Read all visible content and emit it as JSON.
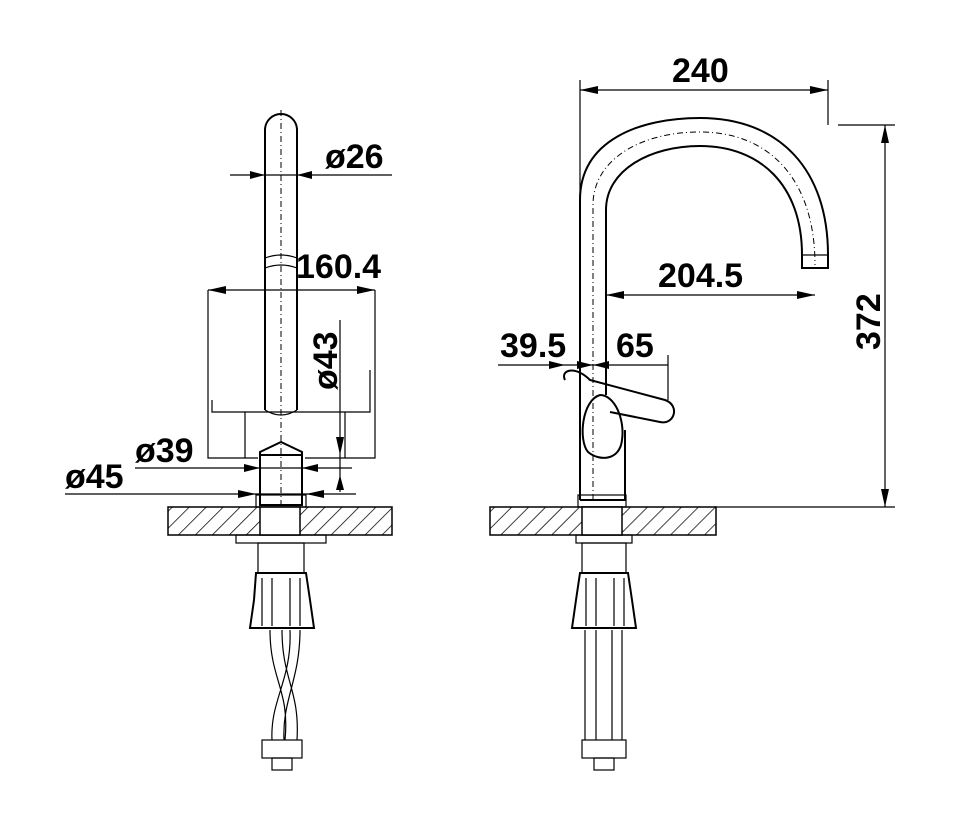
{
  "title": "Kitchen faucet dimension drawing",
  "front_view": {
    "dims": {
      "spout_diameter": "ø26",
      "width": "160.4",
      "body_diameter": "ø43",
      "base_diameter": "ø39",
      "flange_diameter": "ø45"
    }
  },
  "side_view": {
    "dims": {
      "reach_total": "240",
      "spout_reach": "204.5",
      "height": "372",
      "lever_back": "39.5",
      "lever_front": "65"
    }
  },
  "colors": {
    "line": "#000000",
    "background": "#ffffff"
  }
}
